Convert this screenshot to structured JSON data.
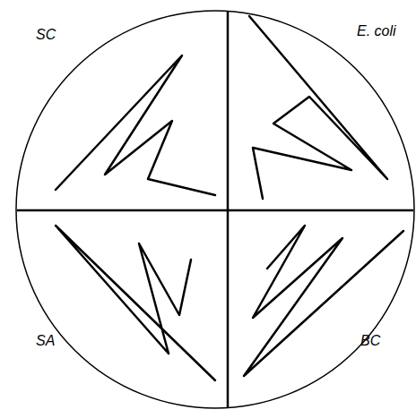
{
  "diagram": {
    "labels": [
      "SC",
      "E. coli",
      "SA",
      "BC"
    ]
  }
}
